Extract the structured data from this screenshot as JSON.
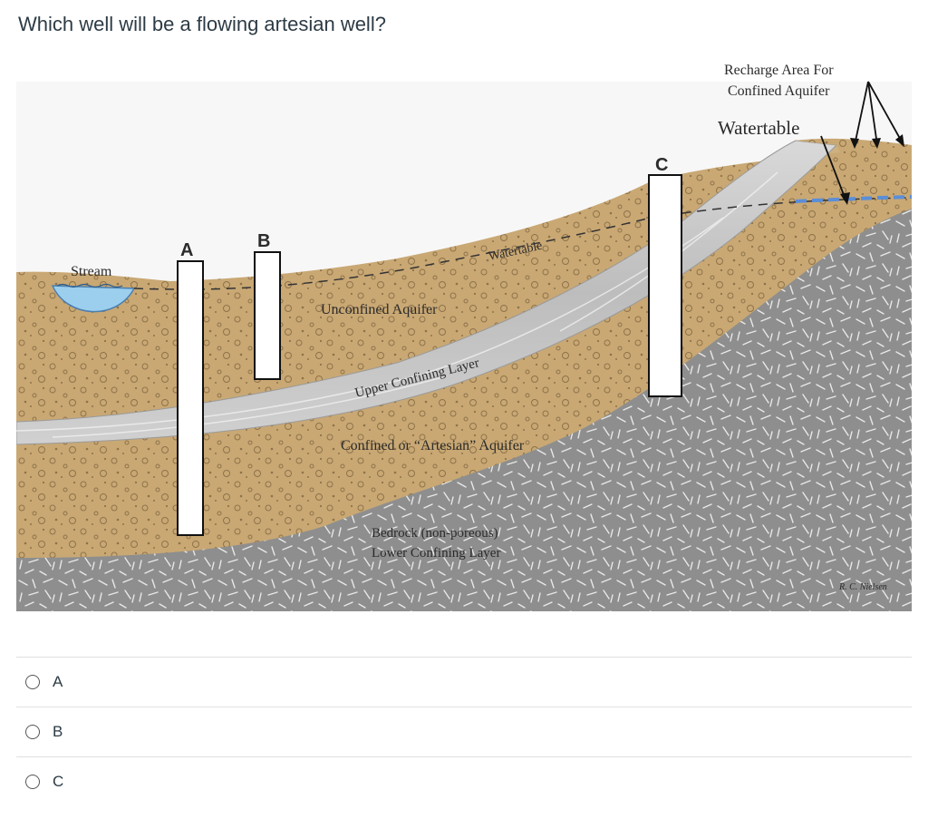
{
  "question": {
    "text": "Which well will be a flowing artesian well?"
  },
  "diagram": {
    "labels": {
      "stream": "Stream",
      "well_a": "A",
      "well_b": "B",
      "well_c": "C",
      "watertable_dashed": "Watertable",
      "watertable_top": "Watertable",
      "recharge_line1": "Recharge Area For",
      "recharge_line2": "Confined Aquifer",
      "unconfined": "Unconfined Aquifer",
      "upper_confining": "Upper Confining Layer",
      "confined": "Confined or “Artesian” Aquifer",
      "bedrock": "Bedrock (non-poreous)",
      "lower_confining": "Lower Confining Layer",
      "credit": "R. C. Nielsen"
    },
    "colors": {
      "sand": "#c9a874",
      "confining": "#c4c4c4",
      "bedrock": "#8e8e8e",
      "water": "#9ccfee",
      "watertable": "#5a8ed8"
    }
  },
  "answers": [
    {
      "label": "A"
    },
    {
      "label": "B"
    },
    {
      "label": "C"
    }
  ]
}
